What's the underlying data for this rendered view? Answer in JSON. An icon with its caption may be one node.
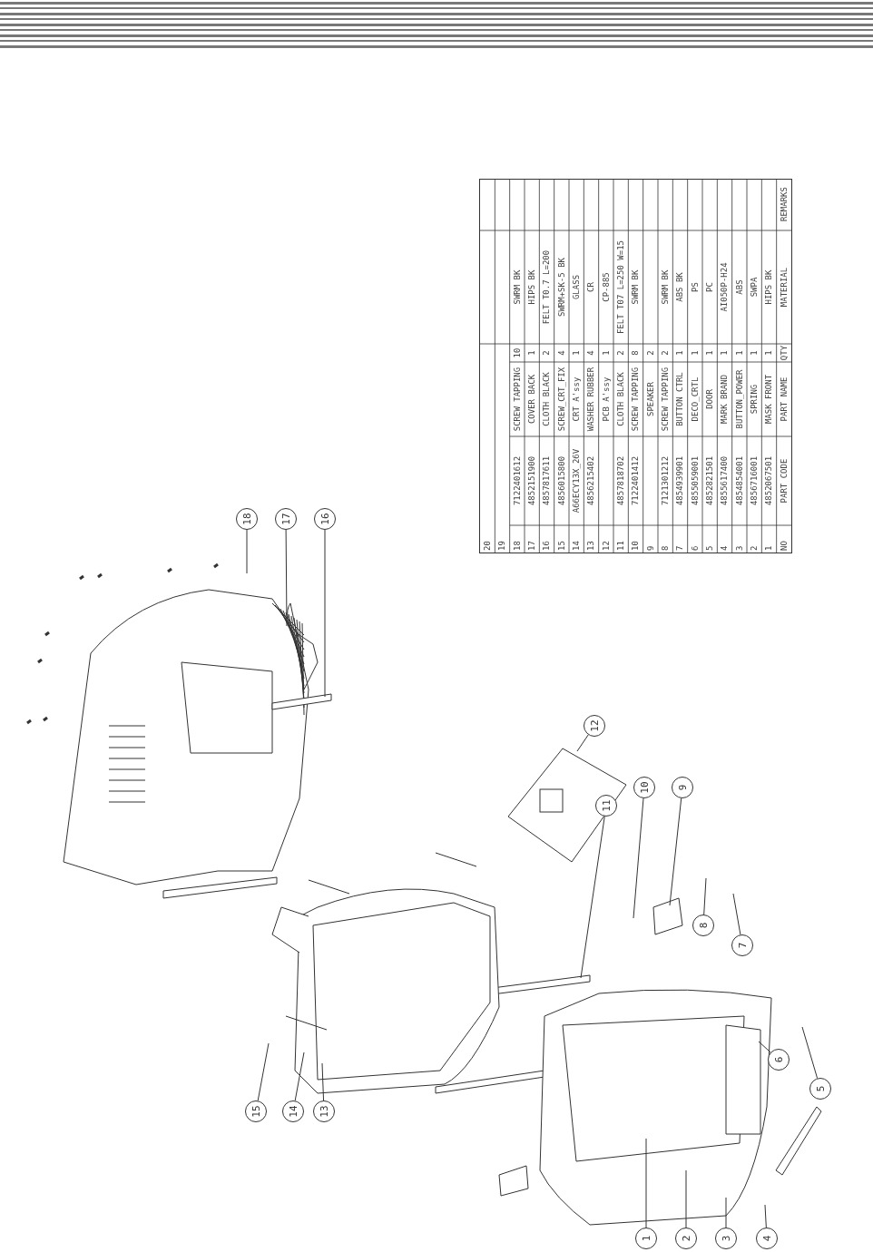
{
  "diagram": {
    "nodes": [
      {
        "text": [
          "1"
        ]
      },
      {
        "text": [
          "2"
        ]
      },
      {
        "text": [
          "3"
        ]
      },
      {
        "text": [
          "4"
        ]
      },
      {
        "text": [
          "5"
        ]
      },
      {
        "text": [
          "6"
        ]
      },
      {
        "text": [
          "7"
        ]
      },
      {
        "text": [
          "8"
        ]
      },
      {
        "text": [
          "9"
        ]
      },
      {
        "text": [
          "10"
        ]
      },
      {
        "text": [
          "11"
        ]
      },
      {
        "text": [
          "12"
        ]
      },
      {
        "text": [
          "13"
        ]
      },
      {
        "text": [
          "14"
        ]
      },
      {
        "text": [
          "15"
        ]
      },
      {
        "text": [
          "16"
        ]
      },
      {
        "text": [
          "17"
        ]
      },
      {
        "text": [
          "18"
        ]
      }
    ],
    "edges": [
      {
        "from": 0,
        "to": null,
        "arrow": "none"
      },
      {
        "from": 1,
        "to": null,
        "arrow": "none"
      },
      {
        "from": 2,
        "to": null,
        "arrow": "none"
      },
      {
        "from": 3,
        "to": null,
        "arrow": "none"
      },
      {
        "from": 4,
        "to": null,
        "arrow": "none"
      },
      {
        "from": 5,
        "to": null,
        "arrow": "none"
      },
      {
        "from": 6,
        "to": null,
        "arrow": "none"
      },
      {
        "from": 7,
        "to": null,
        "arrow": "none"
      },
      {
        "from": 8,
        "to": null,
        "arrow": "none"
      },
      {
        "from": 9,
        "to": null,
        "arrow": "none"
      },
      {
        "from": 10,
        "to": null,
        "arrow": "none"
      },
      {
        "from": 11,
        "to": null,
        "arrow": "none"
      },
      {
        "from": 12,
        "to": null,
        "arrow": "none"
      },
      {
        "from": 13,
        "to": null,
        "arrow": "none"
      },
      {
        "from": 14,
        "to": null,
        "arrow": "none"
      },
      {
        "from": 15,
        "to": null,
        "arrow": "none"
      },
      {
        "from": 16,
        "to": null,
        "arrow": "none"
      },
      {
        "from": 17,
        "to": null,
        "arrow": "none"
      }
    ],
    "labels": [
      "20",
      "19",
      "18",
      "7122401612",
      "SCREW TAPPING",
      "10",
      "SWRM BK",
      "17",
      "4852151900",
      "COVER BACK",
      "1",
      "HIPS BK",
      "16",
      "4857817611",
      "CLOTH BLACK",
      "2",
      "FELT T0.7 L=200",
      "15",
      "4856015800",
      "SCREW_CRT_FIX",
      "4",
      "SWRM+SK-5 BK",
      "14",
      "A66ECY13X_26V",
      "CRT A'ssy",
      "1",
      "GLASS",
      "13",
      "4856215402",
      "WASHER RUBBER",
      "4",
      "CR",
      "12",
      "PCB A'ssy",
      "1",
      "CP-885",
      "11",
      "4857818702",
      "CLOTH BLACK",
      "2",
      "FELT T07 L=250 W=15",
      "10",
      "7122401412",
      "SCREW TAPPING",
      "8",
      "SWRM BK",
      "9",
      "SPEAKER",
      "2",
      "8",
      "7121301212",
      "SCREW TAPPING",
      "2",
      "SWRM BK",
      "7",
      "4854939901",
      "BUTTON CTRL",
      "1",
      "ABS BK",
      "6",
      "4855059001",
      "DECO_CRTL",
      "1",
      "PS",
      "5",
      "4852821501",
      "DOOR",
      "1",
      "PC",
      "4",
      "4855617400",
      "MARK BRAND",
      "1",
      "AI050P-H24",
      "3",
      "4854854001",
      "BUTTON_POWER",
      "1",
      "ABS",
      "2",
      "4856716001",
      "SPRING",
      "1",
      "SWPA",
      "1",
      "4852067501",
      "MASK FRONT",
      "1",
      "HIPS BK",
      "NO",
      "PART CODE",
      "PART NAME",
      "QTY",
      "MATERIAL",
      "REMARKS"
    ]
  }
}
